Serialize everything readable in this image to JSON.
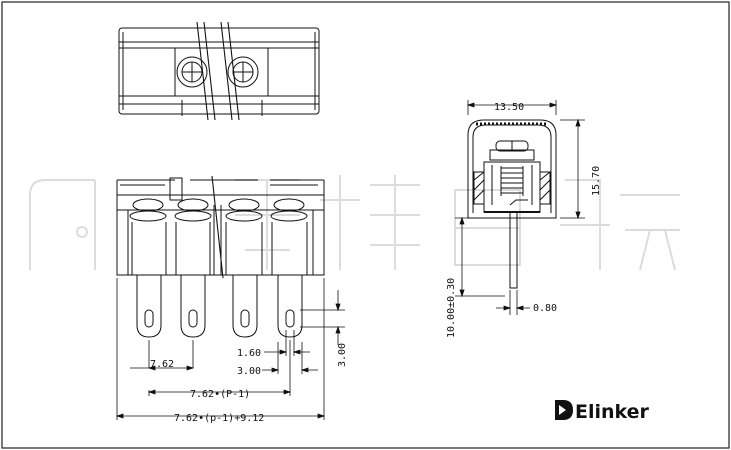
{
  "drawing": {
    "dimensions": {
      "top_width": "13.50",
      "side_height": "15.70",
      "pin_length": "10.00±0.30",
      "pin_thickness": "0.80",
      "pitch": "7.62",
      "pin_width": "1.60",
      "slot_width": "3.00",
      "slot_height": "3.00",
      "pitch_span": "7.62•(P-1)",
      "overall_length": "7.62•(p-1)+9.12"
    },
    "brand": {
      "name": "Elinker"
    }
  }
}
